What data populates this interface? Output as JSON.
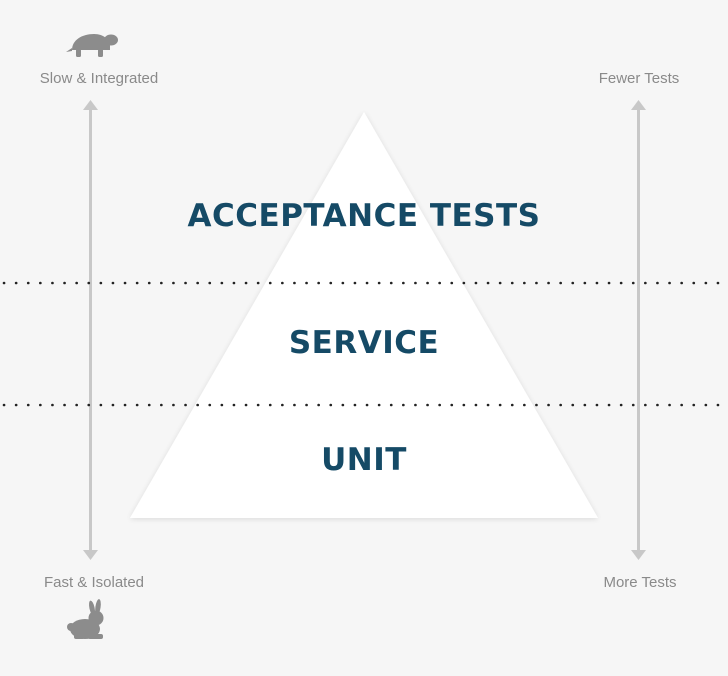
{
  "left_axis": {
    "top_label": "Slow & Integrated",
    "bottom_label": "Fast & Isolated",
    "top_icon": "turtle-icon",
    "bottom_icon": "rabbit-icon"
  },
  "right_axis": {
    "top_label": "Fewer Tests",
    "bottom_label": "More Tests"
  },
  "pyramid": {
    "layers": [
      {
        "label": "ACCEPTANCE TESTS"
      },
      {
        "label": "SERVICE"
      },
      {
        "label": "UNIT"
      }
    ]
  },
  "colors": {
    "background": "#f6f6f6",
    "pyramid_fill": "#ffffff",
    "layer_text": "#154a66",
    "axis": "#c8c8c8",
    "icon": "#8c8c8c",
    "divider": "#222222"
  }
}
